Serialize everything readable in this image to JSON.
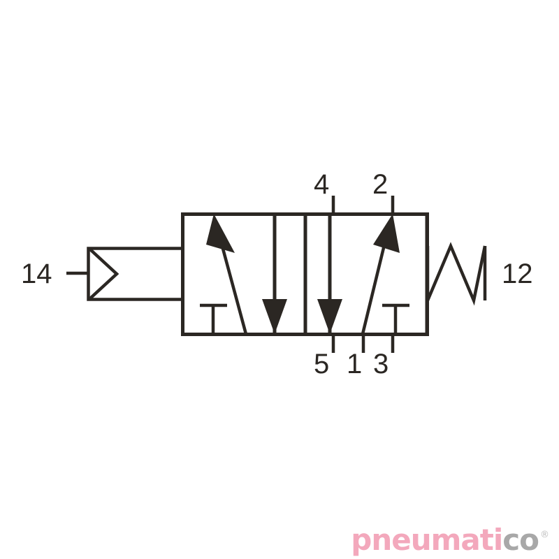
{
  "document": {
    "title": "Pneumatic 5/2-way directional control valve symbol",
    "type": "iso-1219-valve-symbol",
    "background_color": "#ffffff",
    "line_color": "#2b2723"
  },
  "symbol": {
    "description": "5/2 single pilot air operated, spring return directional valve",
    "valve_type": "5/2-way",
    "actuator_left": "pneumatic-pilot",
    "actuator_right": "spring-return",
    "positions": 2
  },
  "labels": {
    "pilot_left": "14",
    "spring_right": "12",
    "ports_top": [
      {
        "id": "port-4",
        "text": "4"
      },
      {
        "id": "port-2",
        "text": "2"
      }
    ],
    "ports_bottom": [
      {
        "id": "port-5",
        "text": "5"
      },
      {
        "id": "port-1",
        "text": "1"
      },
      {
        "id": "port-3",
        "text": "3"
      }
    ]
  },
  "watermark": {
    "text_primary": "pneumati",
    "text_secondary": "c",
    "text_tertiary": "o",
    "registered_mark": "®",
    "color_primary": "#f3a8bc",
    "color_secondary": "#a8a8a8"
  }
}
